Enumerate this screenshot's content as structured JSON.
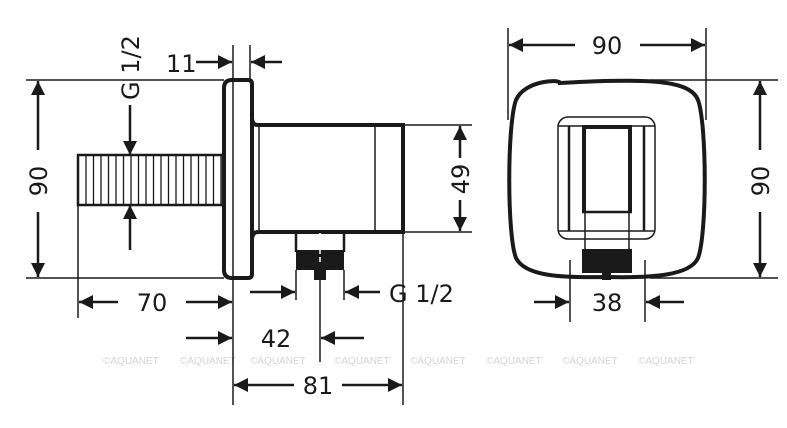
{
  "drawing": {
    "side_view": {
      "thread_label": "G 1/2",
      "height_label": "90",
      "flange_thickness_label": "11",
      "body_height_label": "49",
      "pipe_length_label": "70",
      "outlet_thread_label": "G 1/2",
      "outlet_offset_label": "42",
      "total_depth_label": "81"
    },
    "front_view": {
      "width_label": "90",
      "height_label": "90",
      "outlet_width_label": "38"
    },
    "watermarks": [
      "©AQUANET",
      "©AQUANET",
      "©AQUANET",
      "©AQUANET",
      "©AQUANET",
      "©AQUANET",
      "©AQUANET",
      "©AQUANET"
    ]
  }
}
